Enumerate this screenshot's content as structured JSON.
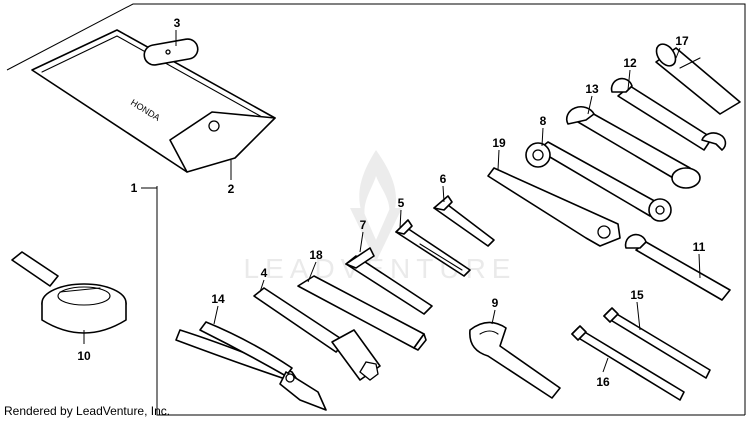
{
  "watermark": {
    "text": "LEADVENTURE"
  },
  "footer": {
    "credit": "Rendered by LeadVenture, Inc."
  },
  "bag_imprint": {
    "text": "HONDA"
  },
  "callouts": [
    "1",
    "2",
    "3",
    "4",
    "5",
    "6",
    "7",
    "8",
    "9",
    "10",
    "11",
    "12",
    "13",
    "14",
    "15",
    "16",
    "17",
    "18",
    "19"
  ]
}
